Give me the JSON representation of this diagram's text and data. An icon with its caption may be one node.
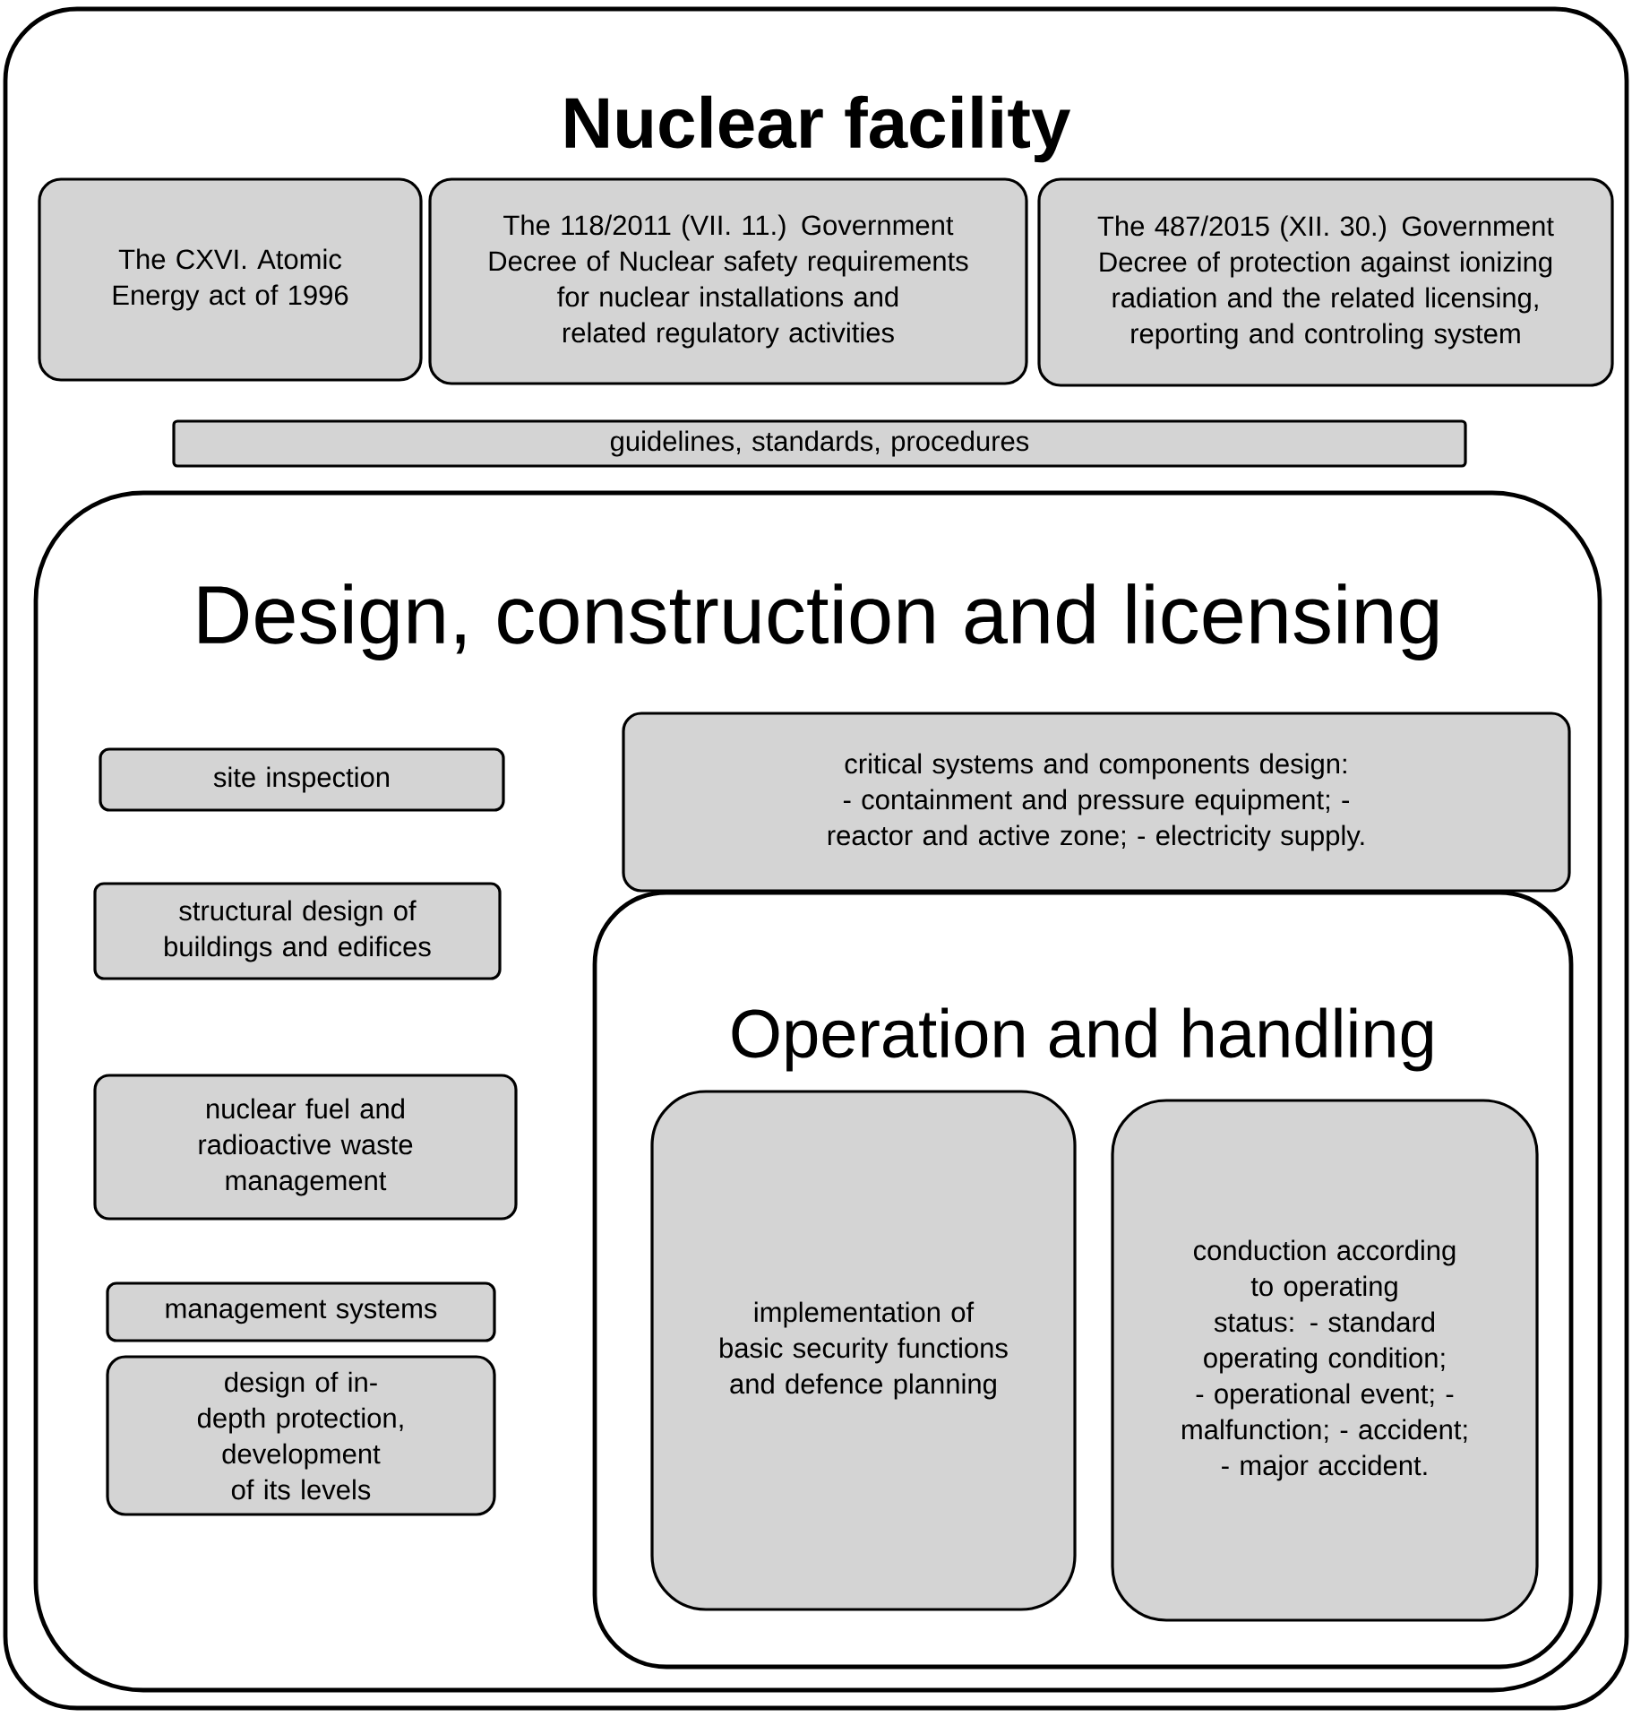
{
  "diagram": {
    "nodes": [
      {
        "text": [
          "Nuclear facility"
        ]
      },
      {
        "text": [
          "The CXVI. Atomic Energy act of 1996"
        ],
        "in": 0
      },
      {
        "text": [
          "The 118/2011 (VII. 11.) Government Decree of Nuclear safety requirements for nuclear installations and related regulatory activities"
        ],
        "in": 0
      },
      {
        "text": [
          "The 487/2015 (XII. 30.) Government Decree of protection against ionizing radiation and the related licensing, reporting and controling system"
        ],
        "in": 0
      },
      {
        "text": [
          "guidelines, standards, procedures"
        ],
        "in": 0
      },
      {
        "text": [
          "Design, construction and licensing"
        ],
        "in": 0
      },
      {
        "text": [
          "site inspection"
        ],
        "in": 5
      },
      {
        "text": [
          "critical systems and components design: - containment and pressure equipment; - reactor and active zone; - electricity supply."
        ],
        "in": 5
      },
      {
        "text": [
          "structural design of buildings and edifices"
        ],
        "in": 5
      },
      {
        "text": [
          "nuclear fuel and radioactive waste management"
        ],
        "in": 5
      },
      {
        "text": [
          "management systems"
        ],
        "in": 5
      },
      {
        "text": [
          "design of in-depth protection, development of its levels"
        ],
        "in": 5
      },
      {
        "text": [
          "Operation and handling"
        ],
        "in": 5
      },
      {
        "text": [
          "implementation of basic security functions and defence planning"
        ],
        "in": 12
      },
      {
        "text": [
          "conduction according to operating status: - standard operating condition; - operational event; - malfunction; - accident; - major accident."
        ],
        "in": 12
      }
    ]
  }
}
